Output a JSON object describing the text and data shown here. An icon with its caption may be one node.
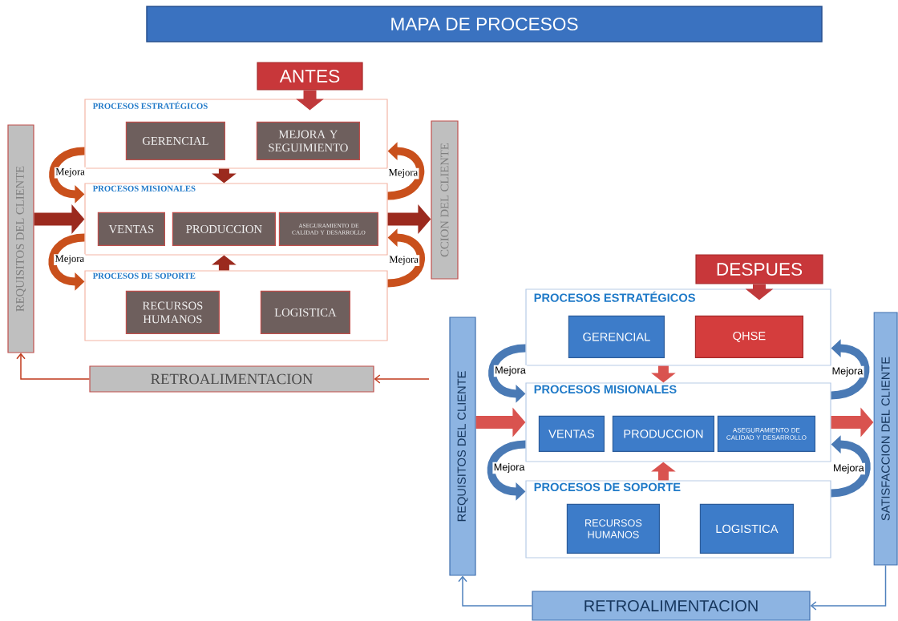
{
  "diagram": {
    "title": "MAPA DE PROCESOS",
    "nodes": [
      {
        "text": [
          "ANTES"
        ]
      },
      {
        "text": [
          "PROCESOS ESTRATÉGICOS"
        ]
      },
      {
        "text": [
          "GERENCIAL"
        ],
        "in": 1
      },
      {
        "text": [
          "MEJORA Y SEGUIMIENTO"
        ],
        "in": 1
      },
      {
        "text": [
          "PROCESOS MISIONALES"
        ]
      },
      {
        "text": [
          "VENTAS"
        ],
        "in": 4
      },
      {
        "text": [
          "PRODUCCION"
        ],
        "in": 4
      },
      {
        "text": [
          "ASEGURAMIENTO DE CALIDAD Y DESARROLLO"
        ],
        "in": 4
      },
      {
        "text": [
          "PROCESOS DE SOPORTE"
        ]
      },
      {
        "text": [
          "RECURSOS HUMANOS"
        ],
        "in": 8
      },
      {
        "text": [
          "LOGISTICA"
        ],
        "in": 8
      },
      {
        "text": [
          "REQUISITOS DEL CLIENTE"
        ]
      },
      {
        "text": [
          "CCION DEL CLIENTE"
        ]
      },
      {
        "text": [
          "RETROALIMENTACION"
        ]
      },
      {
        "text": [
          "DESPUES"
        ]
      },
      {
        "text": [
          "PROCESOS ESTRATÉGICOS"
        ]
      },
      {
        "text": [
          "GERENCIAL"
        ],
        "in": 15
      },
      {
        "text": [
          "QHSE"
        ],
        "in": 15
      },
      {
        "text": [
          "PROCESOS MISIONALES"
        ]
      },
      {
        "text": [
          "VENTAS"
        ],
        "in": 18
      },
      {
        "text": [
          "PRODUCCION"
        ],
        "in": 18
      },
      {
        "text": [
          "ASEGURAMIENTO DE CALIDAD Y DESARROLLO"
        ],
        "in": 18
      },
      {
        "text": [
          "PROCESOS DE SOPORTE"
        ]
      },
      {
        "text": [
          "RECURSOS HUMANOS"
        ],
        "in": 22
      },
      {
        "text": [
          "LOGISTICA"
        ],
        "in": 22
      },
      {
        "text": [
          "REQUISITOS DEL CLIENTE"
        ]
      },
      {
        "text": [
          "SATISFACCION DEL CLIENTE"
        ]
      },
      {
        "text": [
          "RETROALIMENTACION"
        ]
      }
    ],
    "edges": [
      {
        "from": 0,
        "to": 1,
        "arrow": "to",
        "color": "#c0393b"
      },
      {
        "from": 1,
        "to": 4,
        "arrow": "to",
        "color": "#9b2a1e"
      },
      {
        "from": 8,
        "to": 4,
        "arrow": "to",
        "color": "#9b2a1e"
      },
      {
        "from": 11,
        "to": 4,
        "arrow": "to",
        "color": "#9b2a1e"
      },
      {
        "from": 4,
        "to": 12,
        "arrow": "to",
        "color": "#9b2a1e"
      },
      {
        "from": 1,
        "to": 4,
        "arrow": "to",
        "label": "Mejora",
        "color": "#c9501c"
      },
      {
        "from": 4,
        "to": 8,
        "arrow": "to",
        "label": "Mejora",
        "color": "#c9501c"
      },
      {
        "from": 4,
        "to": 1,
        "arrow": "to",
        "label": "Mejora",
        "color": "#c9501c"
      },
      {
        "from": 8,
        "to": 4,
        "arrow": "to",
        "label": "Mejora",
        "color": "#c9501c"
      },
      {
        "from": null,
        "to": 13,
        "arrow": "to",
        "color": "#c0391b"
      },
      {
        "from": 13,
        "to": 11,
        "arrow": "to",
        "color": "#c0391b"
      },
      {
        "from": 14,
        "to": 15,
        "arrow": "to",
        "color": "#c0393b"
      },
      {
        "from": 15,
        "to": 18,
        "arrow": "to",
        "color": "#d9534f"
      },
      {
        "from": 22,
        "to": 18,
        "arrow": "to",
        "color": "#d9534f"
      },
      {
        "from": 25,
        "to": 18,
        "arrow": "to",
        "color": "#d9534f"
      },
      {
        "from": 18,
        "to": 26,
        "arrow": "to",
        "color": "#d9534f"
      },
      {
        "from": 15,
        "to": 18,
        "arrow": "to",
        "label": "Mejora",
        "color": "#4a7ab5"
      },
      {
        "from": 18,
        "to": 22,
        "arrow": "to",
        "label": "Mejora",
        "color": "#4a7ab5"
      },
      {
        "from": 18,
        "to": 15,
        "arrow": "to",
        "label": "Mejora",
        "color": "#4a7ab5"
      },
      {
        "from": 22,
        "to": 18,
        "arrow": "to",
        "label": "Mejora",
        "color": "#4a7ab5"
      },
      {
        "from": 26,
        "to": 27,
        "arrow": "to",
        "color": "#4f81bd"
      },
      {
        "from": 27,
        "to": 25,
        "arrow": "to",
        "color": "#4f81bd"
      }
    ]
  }
}
